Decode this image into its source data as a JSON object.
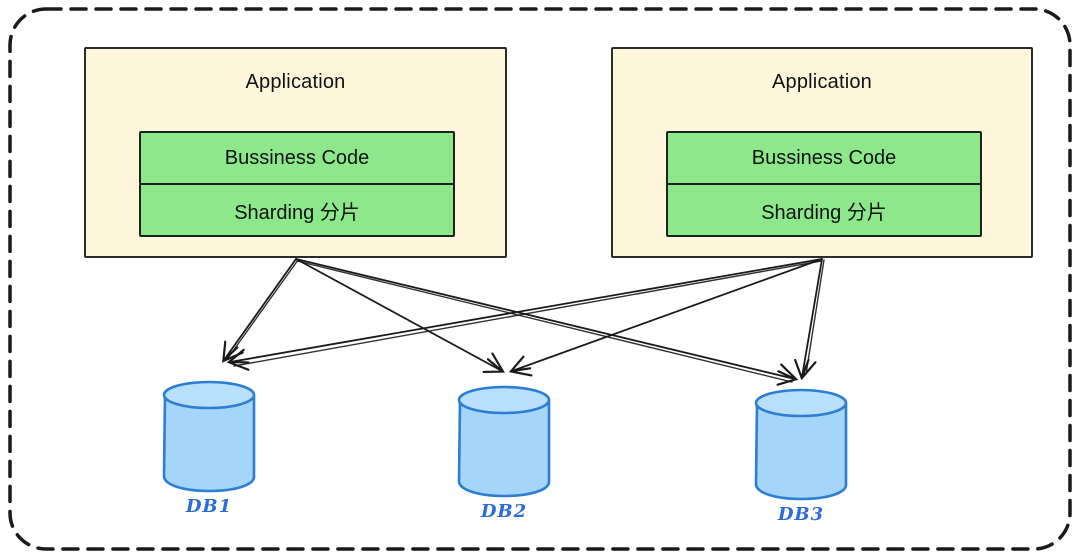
{
  "diagram": {
    "type": "architecture-sketch",
    "applications": [
      {
        "title": "Application",
        "layers": [
          {
            "label": "Bussiness Code"
          },
          {
            "label": "Sharding 分片"
          }
        ]
      },
      {
        "title": "Application",
        "layers": [
          {
            "label": "Bussiness Code"
          },
          {
            "label": "Sharding 分片"
          }
        ]
      }
    ],
    "databases": [
      {
        "label": "DB1"
      },
      {
        "label": "DB2"
      },
      {
        "label": "DB3"
      }
    ],
    "edges": [
      {
        "from": "application-1",
        "to": "DB1"
      },
      {
        "from": "application-1",
        "to": "DB2"
      },
      {
        "from": "application-1",
        "to": "DB3"
      },
      {
        "from": "application-2",
        "to": "DB1"
      },
      {
        "from": "application-2",
        "to": "DB2"
      },
      {
        "from": "application-2",
        "to": "DB3"
      }
    ],
    "colors": {
      "app_fill": "#fdf6da",
      "layer_fill": "#8de88c",
      "db_fill": "#a5d6f9",
      "db_top_fill": "#b8e0fb",
      "db_stroke": "#2d7dd2",
      "db_label": "#2b6cd9",
      "ink": "#1a1a1a"
    }
  }
}
